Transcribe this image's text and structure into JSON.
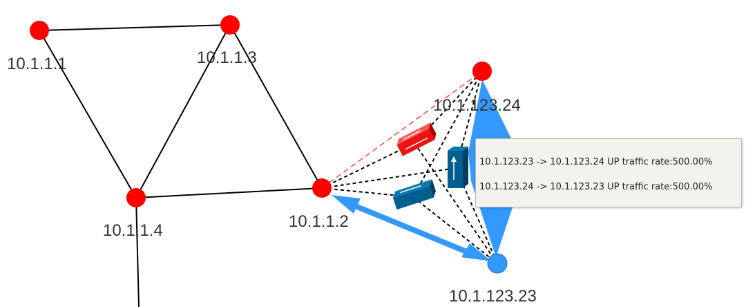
{
  "topology": {
    "nodes": [
      {
        "id": "n1",
        "label": "10.1.1.1",
        "color": "#ff0000"
      },
      {
        "id": "n3",
        "label": "10.1.1.3",
        "color": "#ff0000"
      },
      {
        "id": "n4",
        "label": "10.1.1.4",
        "color": "#ff0000"
      },
      {
        "id": "n2",
        "label": "10.1.1.2",
        "color": "#ff0000"
      },
      {
        "id": "n24",
        "label": "10.1.123.24",
        "color": "#ff0000"
      },
      {
        "id": "n23",
        "label": "10.1.123.23",
        "color": "#3399ff"
      }
    ],
    "links": [
      {
        "from": "n1",
        "to": "n3",
        "style": "solid"
      },
      {
        "from": "n1",
        "to": "n4",
        "style": "solid"
      },
      {
        "from": "n3",
        "to": "n4",
        "style": "solid"
      },
      {
        "from": "n3",
        "to": "n2",
        "style": "solid"
      },
      {
        "from": "n4",
        "to": "n2",
        "style": "solid"
      },
      {
        "from": "n2",
        "to": "n24",
        "style": "dashed-red"
      },
      {
        "from": "n2",
        "to": "n23",
        "style": "traffic-arrow"
      },
      {
        "from": "n24",
        "to": "n23",
        "style": "traffic-arrow"
      }
    ],
    "devices": [
      {
        "type": "switch-icon",
        "color": "#ee1111"
      },
      {
        "type": "switch-icon",
        "color": "#005f8f"
      },
      {
        "type": "device-icon",
        "color": "#005f8f"
      }
    ],
    "colors": {
      "down_node": "#ff0000",
      "up_node": "#3399ff",
      "traffic": "#3399ff",
      "dashed_link": "#ff4444"
    }
  },
  "tooltip": {
    "lines": [
      "10.1.123.23 -> 10.1.123.24 UP traffic rate:500.00%",
      "10.1.123.24 -> 10.1.123.23 UP traffic rate:500.00%"
    ]
  }
}
